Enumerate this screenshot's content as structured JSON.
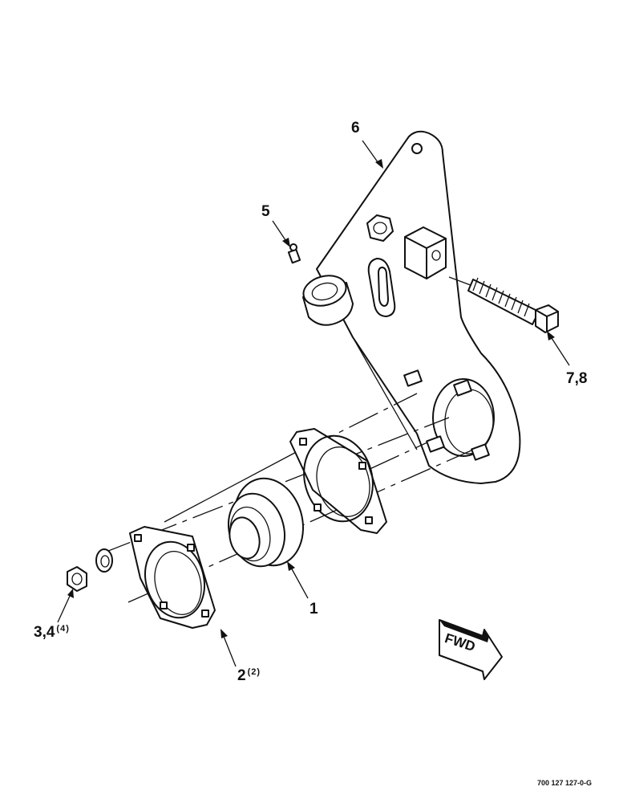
{
  "callouts": {
    "c1": {
      "label": "1",
      "qty": ""
    },
    "c2": {
      "label": "2",
      "qty": "(2)"
    },
    "c34": {
      "label": "3,4",
      "qty": "(4)"
    },
    "c5": {
      "label": "5",
      "qty": ""
    },
    "c6": {
      "label": "6",
      "qty": ""
    },
    "c78": {
      "label": "7,8",
      "qty": ""
    }
  },
  "fwd_label": "FWD",
  "figure_id": "700 127 127-0-G",
  "colors": {
    "ink": "#111111",
    "paper": "#ffffff"
  }
}
